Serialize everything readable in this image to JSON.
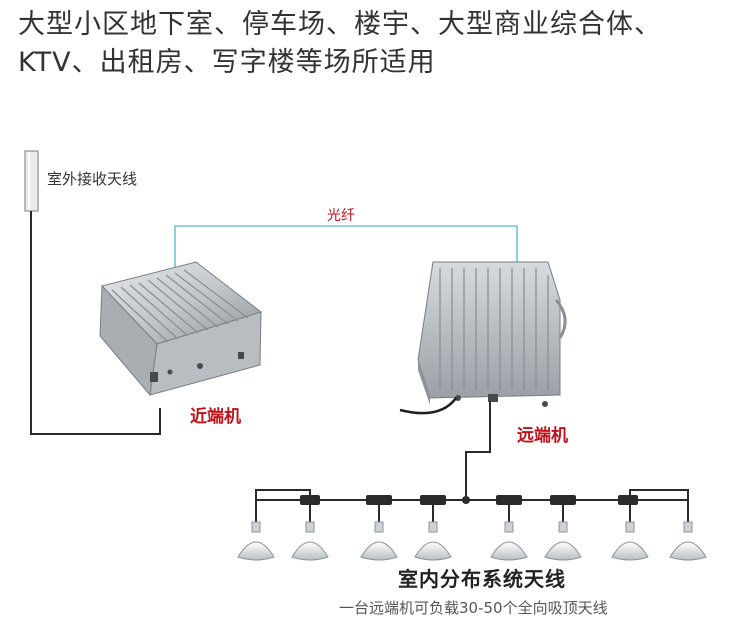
{
  "header": {
    "line1": "大型小区地下室、停车场、楼宇、大型商业综合体、",
    "line2": "KTV、出租房、写字楼等场所适用"
  },
  "labels": {
    "outdoor_antenna": "室外接收天线",
    "fiber": "光纤",
    "near_unit": "近端机",
    "remote_unit": "远端机",
    "indoor_system": "室内分布系统天线",
    "note": "一台远端机可负载30-50个全向吸顶天线"
  },
  "colors": {
    "fiber_line": "#6fc7d6",
    "label_red": "#c0111a",
    "cable": "#2a2a2a"
  }
}
